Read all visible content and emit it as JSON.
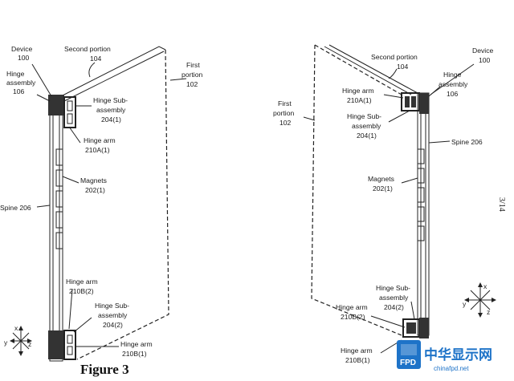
{
  "figure": {
    "title": "Figure 3",
    "page_number": "3/14"
  },
  "left_view": {
    "device": [
      "Device",
      "100"
    ],
    "second_portion": [
      "Second portion",
      "104"
    ],
    "first_portion": [
      "First",
      "portion",
      "102"
    ],
    "hinge_assembly": [
      "Hinge",
      "assembly",
      "106"
    ],
    "hinge_sub_top": [
      "Hinge Sub-",
      "assembly",
      "204(1)"
    ],
    "hinge_arm_top": [
      "Hinge arm",
      "210A(1)"
    ],
    "magnets": [
      "Magnets",
      "202(1)"
    ],
    "spine": "Spine 206",
    "hinge_arm_bottom_a": [
      "Hinge arm",
      "210B(2)"
    ],
    "hinge_sub_bottom": [
      "Hinge Sub-",
      "assembly",
      "204(2)"
    ],
    "hinge_arm_bottom_b": [
      "Hinge arm",
      "210B(1)"
    ]
  },
  "right_view": {
    "device": [
      "Device",
      "100"
    ],
    "second_portion": [
      "Second portion",
      "104"
    ],
    "first_portion": [
      "First",
      "portion",
      "102"
    ],
    "hinge_assembly": [
      "Hinge",
      "assembly",
      "106"
    ],
    "hinge_arm_top": [
      "Hinge arm",
      "210A(1)"
    ],
    "hinge_sub_top": [
      "Hinge Sub-",
      "assembly",
      "204(1)"
    ],
    "spine": "Spine 206",
    "magnets": [
      "Magnets",
      "202(1)"
    ],
    "hinge_sub_bottom": [
      "Hinge Sub-",
      "assembly",
      "204(2)"
    ],
    "hinge_arm_bottom_a": [
      "Hinge arm",
      "210B(2)"
    ],
    "hinge_arm_bottom_b": [
      "Hinge arm",
      "210B(1)"
    ]
  },
  "axes": {
    "x": "x",
    "y": "y",
    "z": "z"
  },
  "watermark": {
    "badge": "FPD",
    "name": "中华显示网",
    "url": "chinafpd.net"
  }
}
